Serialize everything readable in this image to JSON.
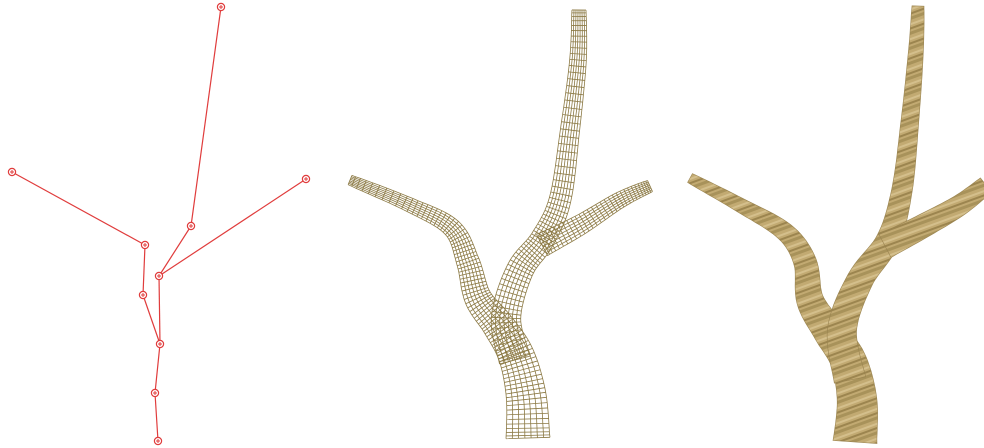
{
  "figure": {
    "panels": [
      {
        "id": "skeleton",
        "kind": "skeleton-graph"
      },
      {
        "id": "wireframe",
        "kind": "wireframe-mesh"
      },
      {
        "id": "textured",
        "kind": "textured-render"
      }
    ]
  },
  "colors": {
    "skeleton": "#e03c3c",
    "wire": "#8c7a45",
    "bark_light": "#c9b27c",
    "bark_dark": "#8f7a45"
  }
}
